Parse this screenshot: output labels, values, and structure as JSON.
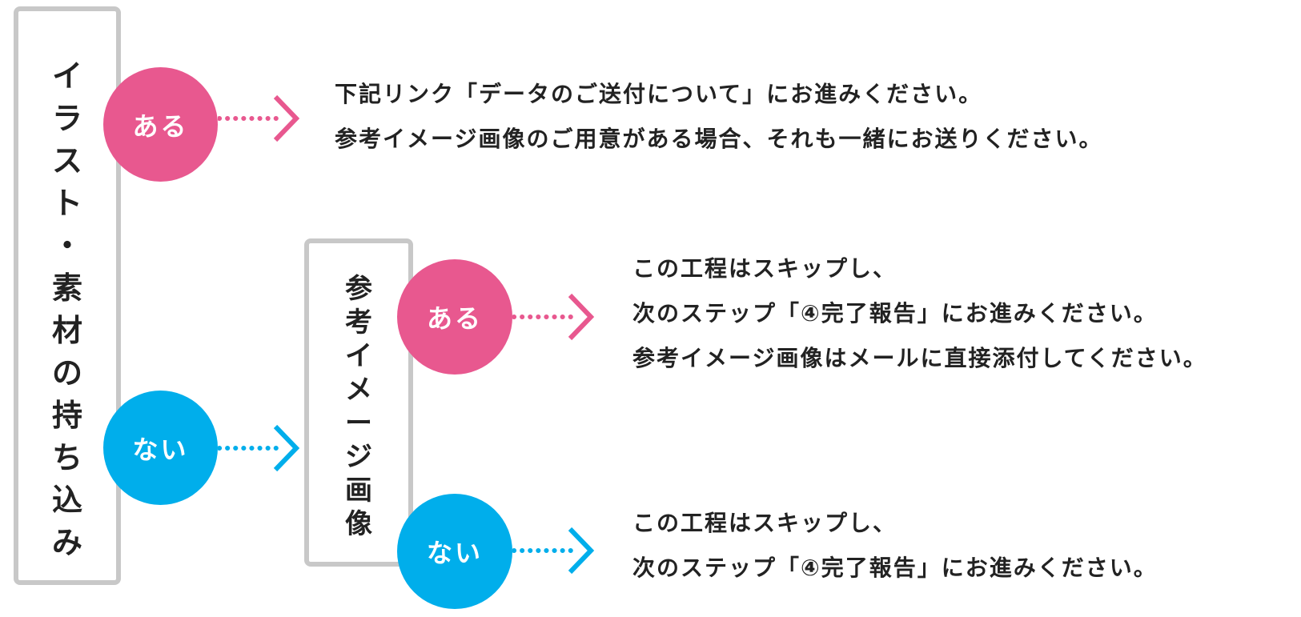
{
  "left_box": {
    "label_chars": [
      "イ",
      "ラ",
      "ス",
      "ト",
      "・",
      "素",
      "材",
      "の",
      "持",
      "ち",
      "込",
      "み"
    ]
  },
  "mid_box": {
    "label_chars": [
      "参",
      "考",
      "イ",
      "メ",
      "ー",
      "ジ",
      "画",
      "像"
    ]
  },
  "circles": {
    "yes": "ある",
    "no": "ない"
  },
  "colors": {
    "yes": "#e8588f",
    "no": "#00aeeb",
    "box_border": "#c8c8c8"
  },
  "branch_yes_text": [
    "下記リンク「データのご送付について」にお進みください。",
    "参考イメージ画像のご用意がある場合、それも一緒にお送りください。"
  ],
  "branch_ref_yes_text": [
    "この工程はスキップし、",
    "次のステップ「④完了報告」にお進みください。",
    "参考イメージ画像はメールに直接添付してください。"
  ],
  "branch_ref_no_text": [
    "この工程はスキップし、",
    "次のステップ「④完了報告」にお進みください。"
  ]
}
